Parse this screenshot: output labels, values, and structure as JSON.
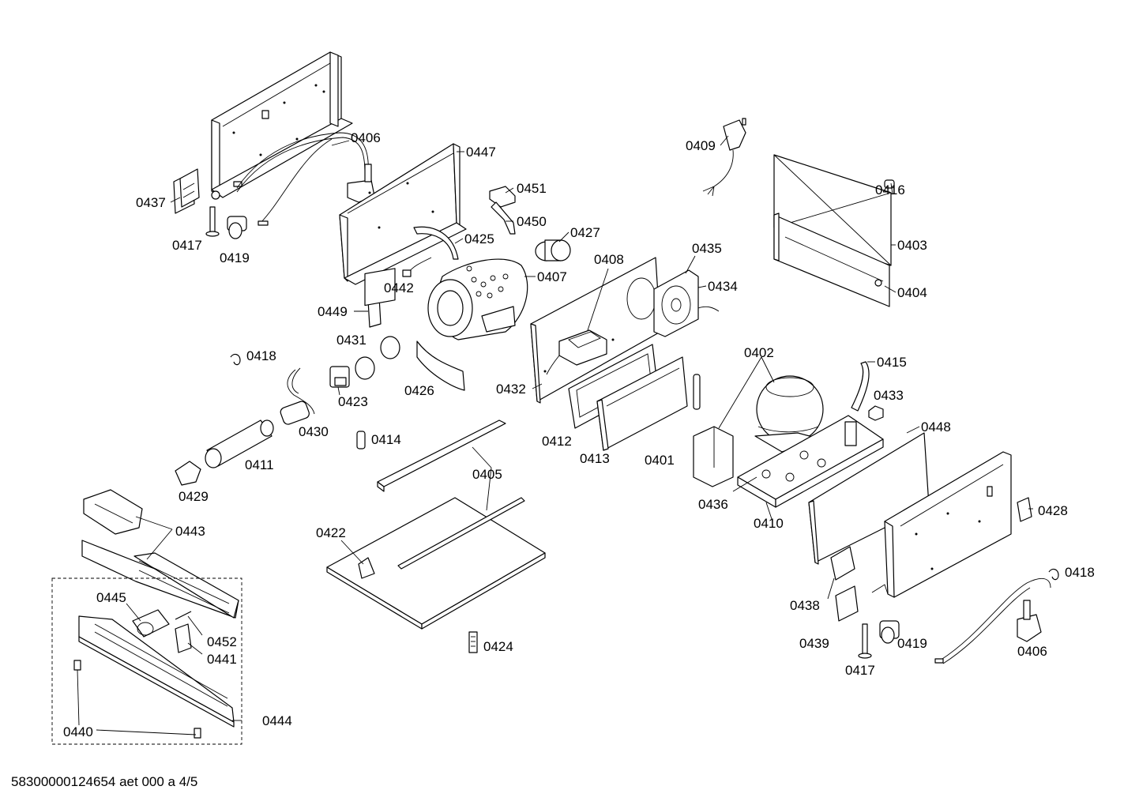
{
  "drawing": {
    "footer_text": "58300000124654 aet 000 a 4/5",
    "callouts": [
      {
        "id": "c0406a",
        "text": "0406"
      },
      {
        "id": "c0447",
        "text": "0447"
      },
      {
        "id": "c0437",
        "text": "0437"
      },
      {
        "id": "c0417a",
        "text": "0417"
      },
      {
        "id": "c0419a",
        "text": "0419"
      },
      {
        "id": "c0451",
        "text": "0451"
      },
      {
        "id": "c0450",
        "text": "0450"
      },
      {
        "id": "c0425",
        "text": "0425"
      },
      {
        "id": "c0427",
        "text": "0427"
      },
      {
        "id": "c0442",
        "text": "0442"
      },
      {
        "id": "c0407",
        "text": "0407"
      },
      {
        "id": "c0408",
        "text": "0408"
      },
      {
        "id": "c0435",
        "text": "0435"
      },
      {
        "id": "c0434",
        "text": "0434"
      },
      {
        "id": "c0409",
        "text": "0409"
      },
      {
        "id": "c0416",
        "text": "0416"
      },
      {
        "id": "c0403",
        "text": "0403"
      },
      {
        "id": "c0404",
        "text": "0404"
      },
      {
        "id": "c0449",
        "text": "0449"
      },
      {
        "id": "c0431",
        "text": "0431"
      },
      {
        "id": "c0418a",
        "text": "0418"
      },
      {
        "id": "c0423",
        "text": "0423"
      },
      {
        "id": "c0426",
        "text": "0426"
      },
      {
        "id": "c0432",
        "text": "0432"
      },
      {
        "id": "c0402",
        "text": "0402"
      },
      {
        "id": "c0415",
        "text": "0415"
      },
      {
        "id": "c0433",
        "text": "0433"
      },
      {
        "id": "c0430",
        "text": "0430"
      },
      {
        "id": "c0414",
        "text": "0414"
      },
      {
        "id": "c0412",
        "text": "0412"
      },
      {
        "id": "c0413",
        "text": "0413"
      },
      {
        "id": "c0401",
        "text": "0401"
      },
      {
        "id": "c0448",
        "text": "0448"
      },
      {
        "id": "c0411",
        "text": "0411"
      },
      {
        "id": "c0405",
        "text": "0405"
      },
      {
        "id": "c0429",
        "text": "0429"
      },
      {
        "id": "c0436",
        "text": "0436"
      },
      {
        "id": "c0410",
        "text": "0410"
      },
      {
        "id": "c0428",
        "text": "0428"
      },
      {
        "id": "c0443",
        "text": "0443"
      },
      {
        "id": "c0422",
        "text": "0422"
      },
      {
        "id": "c0418b",
        "text": "0418"
      },
      {
        "id": "c0445",
        "text": "0445"
      },
      {
        "id": "c0452",
        "text": "0452"
      },
      {
        "id": "c0441",
        "text": "0441"
      },
      {
        "id": "c0438",
        "text": "0438"
      },
      {
        "id": "c0439",
        "text": "0439"
      },
      {
        "id": "c0419b",
        "text": "0419"
      },
      {
        "id": "c0406b",
        "text": "0406"
      },
      {
        "id": "c0424",
        "text": "0424"
      },
      {
        "id": "c0417b",
        "text": "0417"
      },
      {
        "id": "c0444",
        "text": "0444"
      },
      {
        "id": "c0440",
        "text": "0440"
      }
    ]
  }
}
